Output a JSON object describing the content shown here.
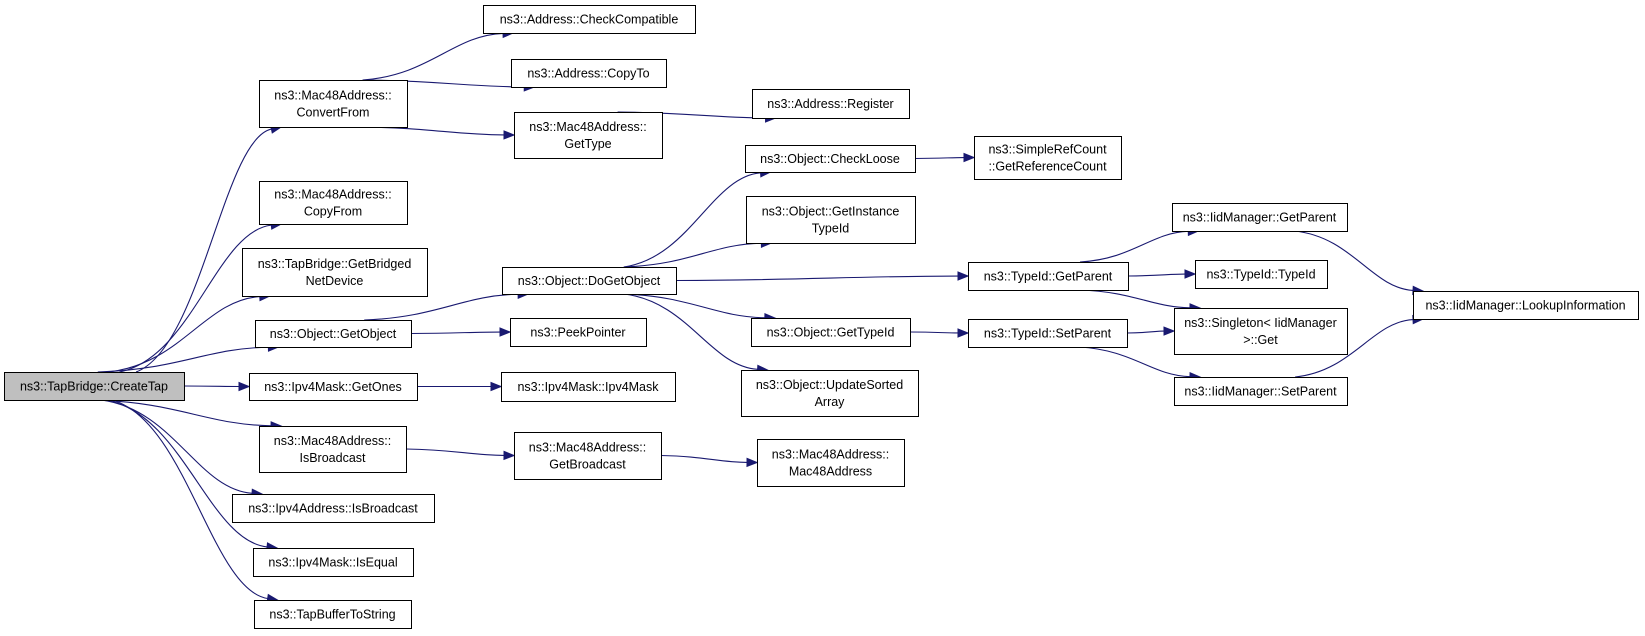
{
  "graph": {
    "title": "Call graph of ns3::TapBridge::CreateTap",
    "colors": {
      "edge": "#191970",
      "root_fill": "#bfbfbf",
      "node_fill": "#ffffff",
      "border": "#000000"
    },
    "nodes": [
      {
        "id": "createtap",
        "lines": [
          "ns3::TapBridge::CreateTap"
        ],
        "root": true
      },
      {
        "id": "convertfrom",
        "lines": [
          "ns3::Mac48Address::",
          "ConvertFrom"
        ]
      },
      {
        "id": "checkcompatible",
        "lines": [
          "ns3::Address::CheckCompatible"
        ]
      },
      {
        "id": "copyto",
        "lines": [
          "ns3::Address::CopyTo"
        ]
      },
      {
        "id": "gettype",
        "lines": [
          "ns3::Mac48Address::",
          "GetType"
        ]
      },
      {
        "id": "register",
        "lines": [
          "ns3::Address::Register"
        ]
      },
      {
        "id": "copyfrom",
        "lines": [
          "ns3::Mac48Address::",
          "CopyFrom"
        ]
      },
      {
        "id": "getbridged",
        "lines": [
          "ns3::TapBridge::GetBridged",
          "NetDevice"
        ]
      },
      {
        "id": "getobject",
        "lines": [
          "ns3::Object::GetObject"
        ]
      },
      {
        "id": "dogetobject",
        "lines": [
          "ns3::Object::DoGetObject"
        ]
      },
      {
        "id": "peekpointer",
        "lines": [
          "ns3::PeekPointer"
        ]
      },
      {
        "id": "checkloose",
        "lines": [
          "ns3::Object::CheckLoose"
        ]
      },
      {
        "id": "getrefcount",
        "lines": [
          "ns3::SimpleRefCount",
          "::GetReferenceCount"
        ]
      },
      {
        "id": "getinstancetypeid",
        "lines": [
          "ns3::Object::GetInstance",
          "TypeId"
        ]
      },
      {
        "id": "updatesorted",
        "lines": [
          "ns3::Object::UpdateSorted",
          "Array"
        ]
      },
      {
        "id": "objgettypeid",
        "lines": [
          "ns3::Object::GetTypeId"
        ]
      },
      {
        "id": "typeidgetparent",
        "lines": [
          "ns3::TypeId::GetParent"
        ]
      },
      {
        "id": "typeidsetparent",
        "lines": [
          "ns3::TypeId::SetParent"
        ]
      },
      {
        "id": "getones",
        "lines": [
          "ns3::Ipv4Mask::GetOnes"
        ]
      },
      {
        "id": "ipv4mask",
        "lines": [
          "ns3::Ipv4Mask::Ipv4Mask"
        ]
      },
      {
        "id": "macisbroadcast",
        "lines": [
          "ns3::Mac48Address::",
          "IsBroadcast"
        ]
      },
      {
        "id": "getbroadcast",
        "lines": [
          "ns3::Mac48Address::",
          "GetBroadcast"
        ]
      },
      {
        "id": "mac48address",
        "lines": [
          "ns3::Mac48Address::",
          "Mac48Address"
        ]
      },
      {
        "id": "ipv4isbroadcast",
        "lines": [
          "ns3::Ipv4Address::IsBroadcast"
        ]
      },
      {
        "id": "isequal",
        "lines": [
          "ns3::Ipv4Mask::IsEqual"
        ]
      },
      {
        "id": "tapbuffer",
        "lines": [
          "ns3::TapBufferToString"
        ]
      },
      {
        "id": "iidgetparent",
        "lines": [
          "ns3::IidManager::GetParent"
        ]
      },
      {
        "id": "typeidctor",
        "lines": [
          "ns3::TypeId::TypeId"
        ]
      },
      {
        "id": "singleton",
        "lines": [
          "ns3::Singleton< IidManager",
          ">::Get"
        ]
      },
      {
        "id": "iidsetparent",
        "lines": [
          "ns3::IidManager::SetParent"
        ]
      },
      {
        "id": "lookupinfo",
        "lines": [
          "ns3::IidManager::LookupInformation"
        ]
      }
    ],
    "edges": [
      [
        "createtap",
        "convertfrom"
      ],
      [
        "createtap",
        "copyfrom"
      ],
      [
        "createtap",
        "getbridged"
      ],
      [
        "createtap",
        "getobject"
      ],
      [
        "createtap",
        "getones"
      ],
      [
        "createtap",
        "macisbroadcast"
      ],
      [
        "createtap",
        "ipv4isbroadcast"
      ],
      [
        "createtap",
        "isequal"
      ],
      [
        "createtap",
        "tapbuffer"
      ],
      [
        "convertfrom",
        "checkcompatible"
      ],
      [
        "convertfrom",
        "copyto"
      ],
      [
        "convertfrom",
        "gettype"
      ],
      [
        "gettype",
        "register"
      ],
      [
        "getobject",
        "dogetobject"
      ],
      [
        "getobject",
        "peekpointer"
      ],
      [
        "dogetobject",
        "checkloose"
      ],
      [
        "dogetobject",
        "getinstancetypeid"
      ],
      [
        "dogetobject",
        "typeidgetparent"
      ],
      [
        "dogetobject",
        "objgettypeid"
      ],
      [
        "dogetobject",
        "updatesorted"
      ],
      [
        "checkloose",
        "getrefcount"
      ],
      [
        "objgettypeid",
        "typeidsetparent"
      ],
      [
        "typeidgetparent",
        "iidgetparent"
      ],
      [
        "typeidgetparent",
        "typeidctor"
      ],
      [
        "typeidgetparent",
        "singleton"
      ],
      [
        "typeidsetparent",
        "singleton"
      ],
      [
        "typeidsetparent",
        "iidsetparent"
      ],
      [
        "iidgetparent",
        "lookupinfo"
      ],
      [
        "iidsetparent",
        "lookupinfo"
      ],
      [
        "getones",
        "ipv4mask"
      ],
      [
        "macisbroadcast",
        "getbroadcast"
      ],
      [
        "getbroadcast",
        "mac48address"
      ]
    ]
  }
}
